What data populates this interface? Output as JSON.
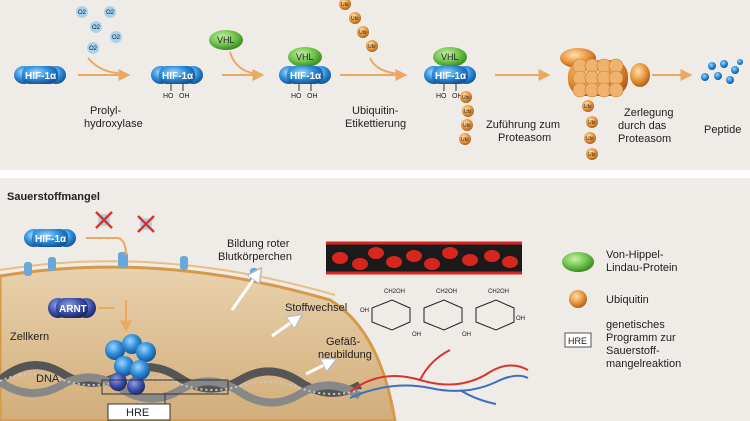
{
  "top": {
    "o2_labels": [
      "O2",
      "O2",
      "O2",
      "O2",
      "O2"
    ],
    "hif_label": "HIF-1α",
    "vhl_label": "VHL",
    "ho_label": "HO",
    "oh_label": "OH",
    "ubi_label": "Ubi",
    "step1_line1": "Prolyl-",
    "step1_line2": "hydroxylase",
    "step2_line1": "Ubiquitin-",
    "step2_line2": "Etikettierung",
    "step3_line1": "Zuführung zum",
    "step3_line2": "Proteasom",
    "step4_line1": "Zerlegung",
    "step4_line2": "durch das",
    "step4_line3": "Proteasom",
    "step5": "Peptide"
  },
  "bottom": {
    "title": "Sauerstoffmangel",
    "hif_label": "HIF-1α",
    "arnt_label": "ARNT",
    "zellkern": "Zellkern",
    "dna": "DNA",
    "hre_box": "HRE",
    "effect1_line1": "Bildung roter",
    "effect1_line2": "Blutkörperchen",
    "effect2": "Stoffwechsel",
    "effect3_line1": "Gefäß-",
    "effect3_line2": "neubildung",
    "sugar_labels": [
      "CH2OH",
      "OH",
      "OH",
      "OH",
      "OH"
    ]
  },
  "legend": {
    "vhl_line1": "Von-Hippel-",
    "vhl_line2": "Lindau-Protein",
    "ubiquitin": "Ubiquitin",
    "hre_badge": "HRE",
    "hre_line1": "genetisches",
    "hre_line2": "Programm zur",
    "hre_line3": "Sauerstoff-",
    "hre_line4": "mangelreaktion"
  },
  "colors": {
    "panel_bg": "#efebe6",
    "hif_blue": "#2f8fd9",
    "vhl_green": "#6cc24a",
    "ubi_orange": "#e8953b",
    "arrow_orange": "#eaa860",
    "cell_tan": "#d9b98c"
  }
}
